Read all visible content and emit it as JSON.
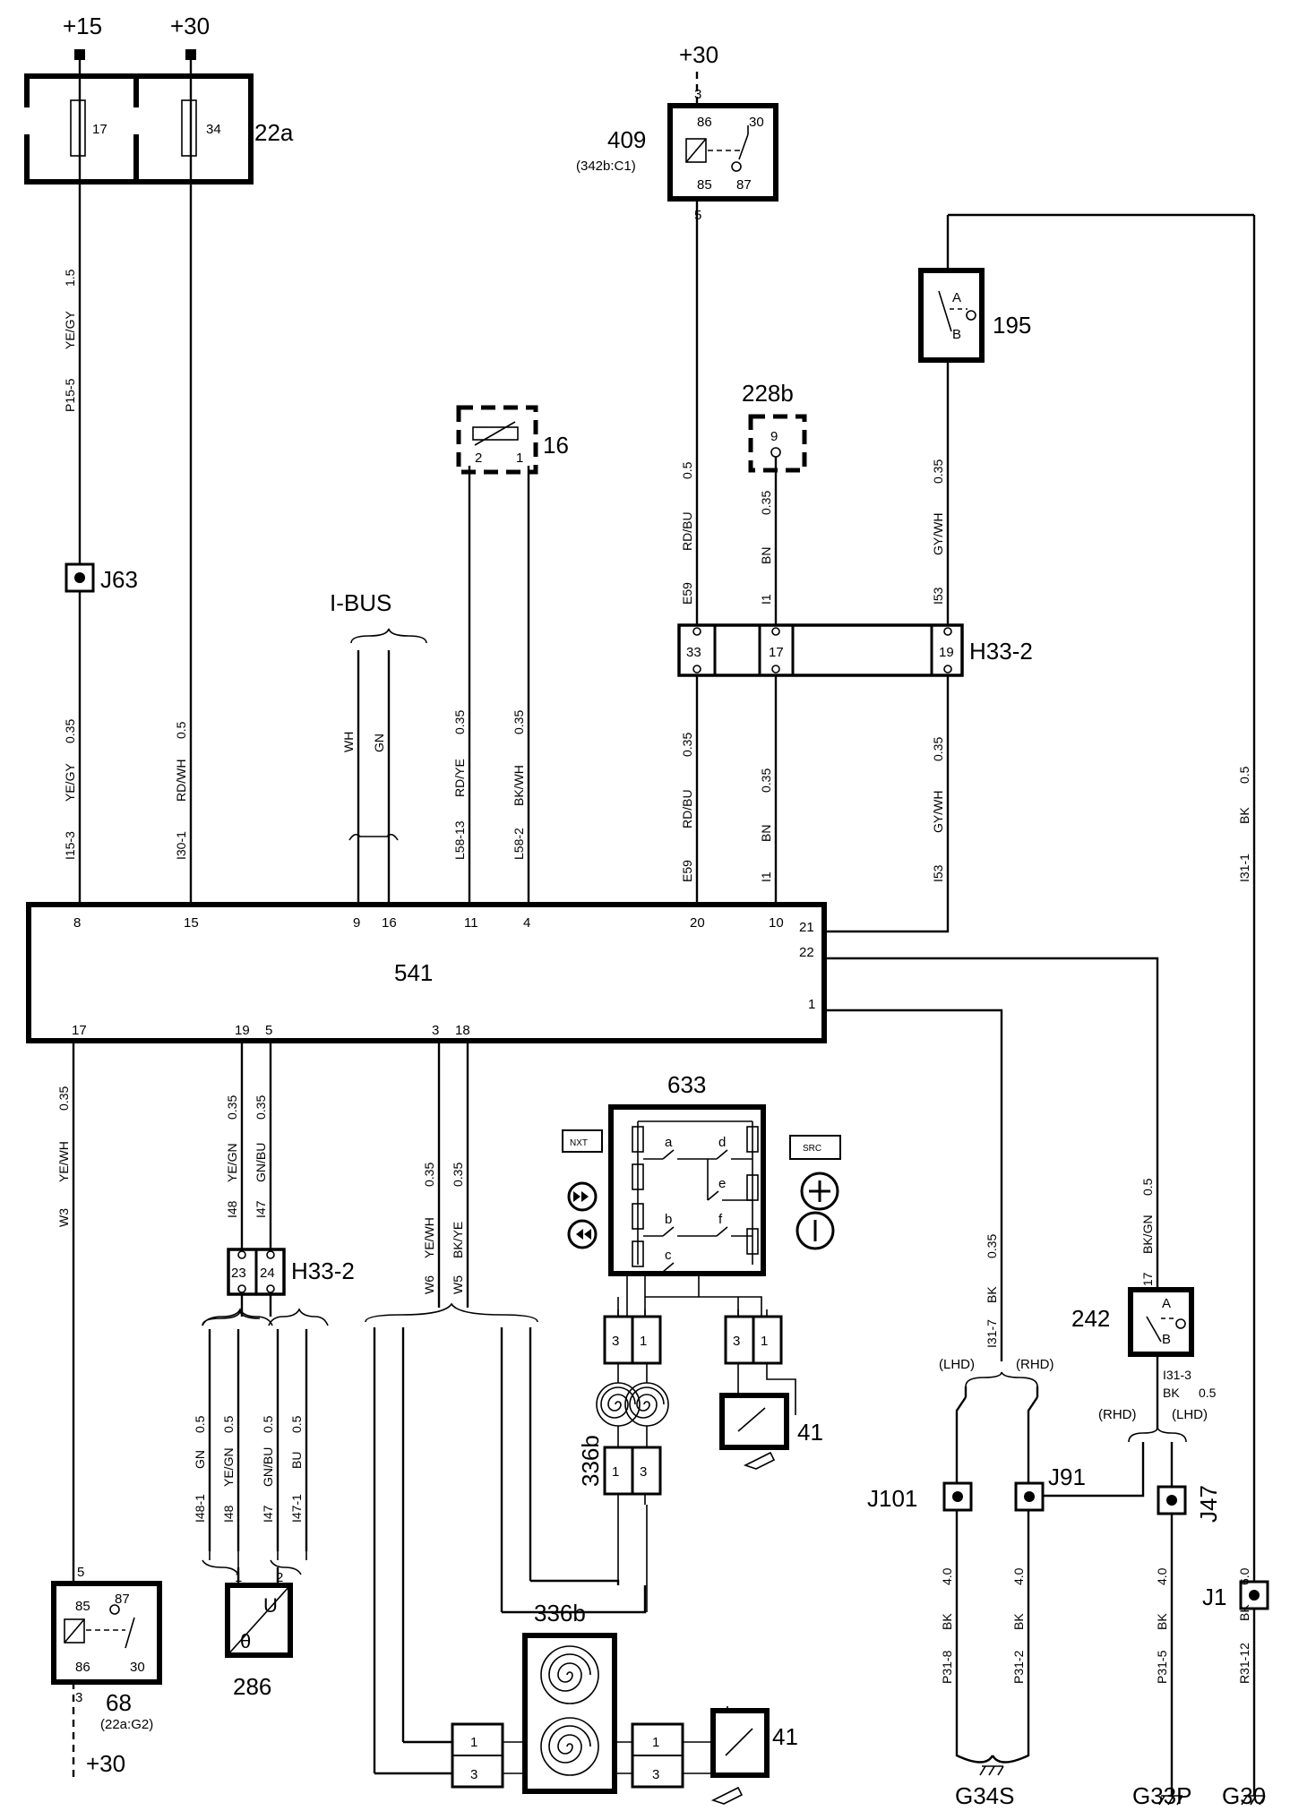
{
  "supplies": {
    "p15": "+15",
    "p30a": "+30",
    "p30b": "+30",
    "p30c": "+30"
  },
  "components": {
    "fusebox": "22a",
    "fuse17": "17",
    "fuse34": "34",
    "relay409": "409",
    "relay409_loc": "(342b:C1)",
    "sw195": "195",
    "sens16": "16",
    "c228b": "228b",
    "conn_h33_top": "H33-2",
    "conn_h33_bot": "H33-2",
    "ecu": "541",
    "sw633": "633",
    "clock336_top": "336b",
    "clock336_bot": "336b",
    "horn41_top": "41",
    "horn41_bot": "41",
    "sw242": "242",
    "relay68": "68",
    "relay68_loc": "(22a:G2)",
    "sens286": "286",
    "ibus": "I-BUS"
  },
  "splices": {
    "j63": "J63",
    "j101": "J101",
    "j91": "J91",
    "j47": "J47",
    "j1": "J1"
  },
  "grounds": {
    "g34s": "G34S",
    "g33p": "G33P",
    "g30": "G30"
  },
  "variants": {
    "lhd": "(LHD)",
    "rhd": "(RHD)"
  },
  "buttons": {
    "nxt": "NXT",
    "src": "SRC"
  },
  "pins": {
    "ecu_top": [
      "8",
      "15",
      "9",
      "16",
      "11",
      "4",
      "20",
      "10"
    ],
    "ecu_right": [
      "21",
      "22",
      "1"
    ],
    "ecu_bot": [
      "17",
      "19",
      "5",
      "3",
      "18"
    ],
    "h33_top": [
      "33",
      "17",
      "19"
    ],
    "h33_bot": [
      "23",
      "24"
    ],
    "relay409": [
      "3",
      "86",
      "30",
      "85",
      "87",
      "5"
    ],
    "relay68": [
      "5",
      "85",
      "87",
      "86",
      "30",
      "3"
    ],
    "sens16": [
      "2",
      "1"
    ],
    "c228b": "9",
    "sw195": [
      "A",
      "B"
    ],
    "sw242": [
      "A",
      "B"
    ],
    "sens286": [
      "1",
      "2"
    ],
    "sens286_sym": [
      "U",
      "θ"
    ],
    "sw633_contacts": [
      "a",
      "d",
      "e",
      "b",
      "f",
      "c"
    ],
    "clock_conn": [
      "3",
      "1",
      "3",
      "1",
      "1",
      "3",
      "1",
      "3",
      "1",
      "3"
    ]
  },
  "wires": {
    "w_p15_1": "P15-5",
    "w_p15_2": "YE/GY",
    "w_p15_3": "1.5",
    "w_i153_1": "I15-3",
    "w_i153_2": "YE/GY",
    "w_i153_3": "0.35",
    "w_i301_1": "I30-1",
    "w_i301_2": "RD/WH",
    "w_i301_3": "0.5",
    "w_wh": "WH",
    "w_gn": "GN",
    "w_l5813_1": "L58-13",
    "w_l5813_2": "RD/YE",
    "w_l5813_3": "0.35",
    "w_l582_1": "L58-2",
    "w_l582_2": "BK/WH",
    "w_l582_3": "0.35",
    "w_e59a_1": "E59",
    "w_e59a_2": "RD/BU",
    "w_e59a_3": "0.5",
    "w_i1a_1": "I1",
    "w_i1a_2": "BN",
    "w_i1a_3": "0.35",
    "w_i53a_1": "I53",
    "w_i53a_2": "GY/WH",
    "w_i53a_3": "0.35",
    "w_e59b_1": "E59",
    "w_e59b_2": "RD/BU",
    "w_e59b_3": "0.35",
    "w_i1b_1": "I1",
    "w_i1b_2": "BN",
    "w_i1b_3": "0.35",
    "w_i53b_1": "I53",
    "w_i53b_2": "GY/WH",
    "w_i53b_3": "0.35",
    "w_i311_1": "I31-1",
    "w_i311_2": "BK",
    "w_i311_3": "0.5",
    "w_w3_1": "W3",
    "w_w3_2": "YE/WH",
    "w_w3_3": "0.35",
    "w_i48_1": "I48",
    "w_i48_2": "YE/GN",
    "w_i48_3": "0.35",
    "w_i47_1": "I47",
    "w_i47_2": "GN/BU",
    "w_i47_3": "0.35",
    "w_w6_1": "W6",
    "w_w6_2": "YE/WH",
    "w_w6_3": "0.35",
    "w_w5_1": "W5",
    "w_w5_2": "BK/YE",
    "w_w5_3": "0.35",
    "w_i481_1": "I48-1",
    "w_i481_2": "GN",
    "w_i481_3": "0.5",
    "w_i48b_1": "I48",
    "w_i48b_2": "YE/GN",
    "w_i48b_3": "0.5",
    "w_i47b_1": "I47",
    "w_i47b_2": "GN/BU",
    "w_i47b_3": "0.5",
    "w_i471_1": "I47-1",
    "w_i471_2": "BU",
    "w_i471_3": "0.5",
    "w_i317_1": "I31-7",
    "w_i317_2": "BK",
    "w_i317_3": "0.35",
    "w_i17_1": "I17",
    "w_i17_2": "BK/GN",
    "w_i17_3": "0.5",
    "w_i313_1": "I31-3",
    "w_i313_2": "BK",
    "w_i313_3": "0.5",
    "w_p318_1": "P31-8",
    "w_p318_2": "BK",
    "w_p318_3": "4.0",
    "w_p312_1": "P31-2",
    "w_p312_2": "BK",
    "w_p312_3": "4.0",
    "w_p315_1": "P31-5",
    "w_p315_2": "BK",
    "w_p315_3": "4.0",
    "w_r3112_1": "R31-12",
    "w_r3112_2": "BK",
    "w_r3112_3": "6.0"
  }
}
